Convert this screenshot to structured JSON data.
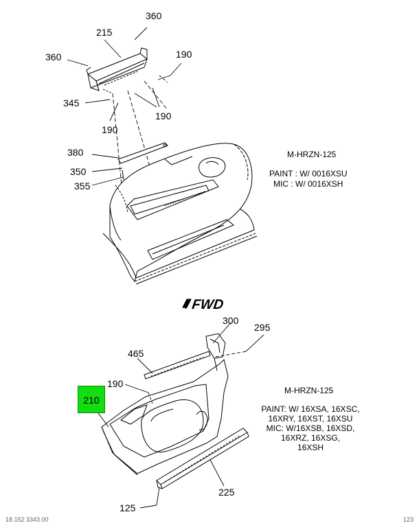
{
  "top_view": {
    "callouts": [
      "360",
      "215",
      "360",
      "190",
      "345",
      "190",
      "190",
      "380",
      "350",
      "355"
    ],
    "model": "M-HRZN-125",
    "paint": "PAINT : W/ 0016XSU",
    "mic": "MIC : W/ 0016XSH"
  },
  "fwd_label": "FWD",
  "bottom_view": {
    "callouts": [
      "300",
      "295",
      "465",
      "190",
      "225",
      "125"
    ],
    "highlight_callout": "210",
    "highlight_color": "#11dd11",
    "model": "M-HRZN-125",
    "paint_lines": [
      "PAINT: W/ 16XSA, 16XSC,",
      "16XRY, 16XST, 16XSU",
      "MIC: W/16XSB, 16XSD,",
      "16XRZ, 16XSG,",
      "16XSH"
    ]
  },
  "footer": {
    "left": "18.152 3343.00",
    "right": "123"
  }
}
